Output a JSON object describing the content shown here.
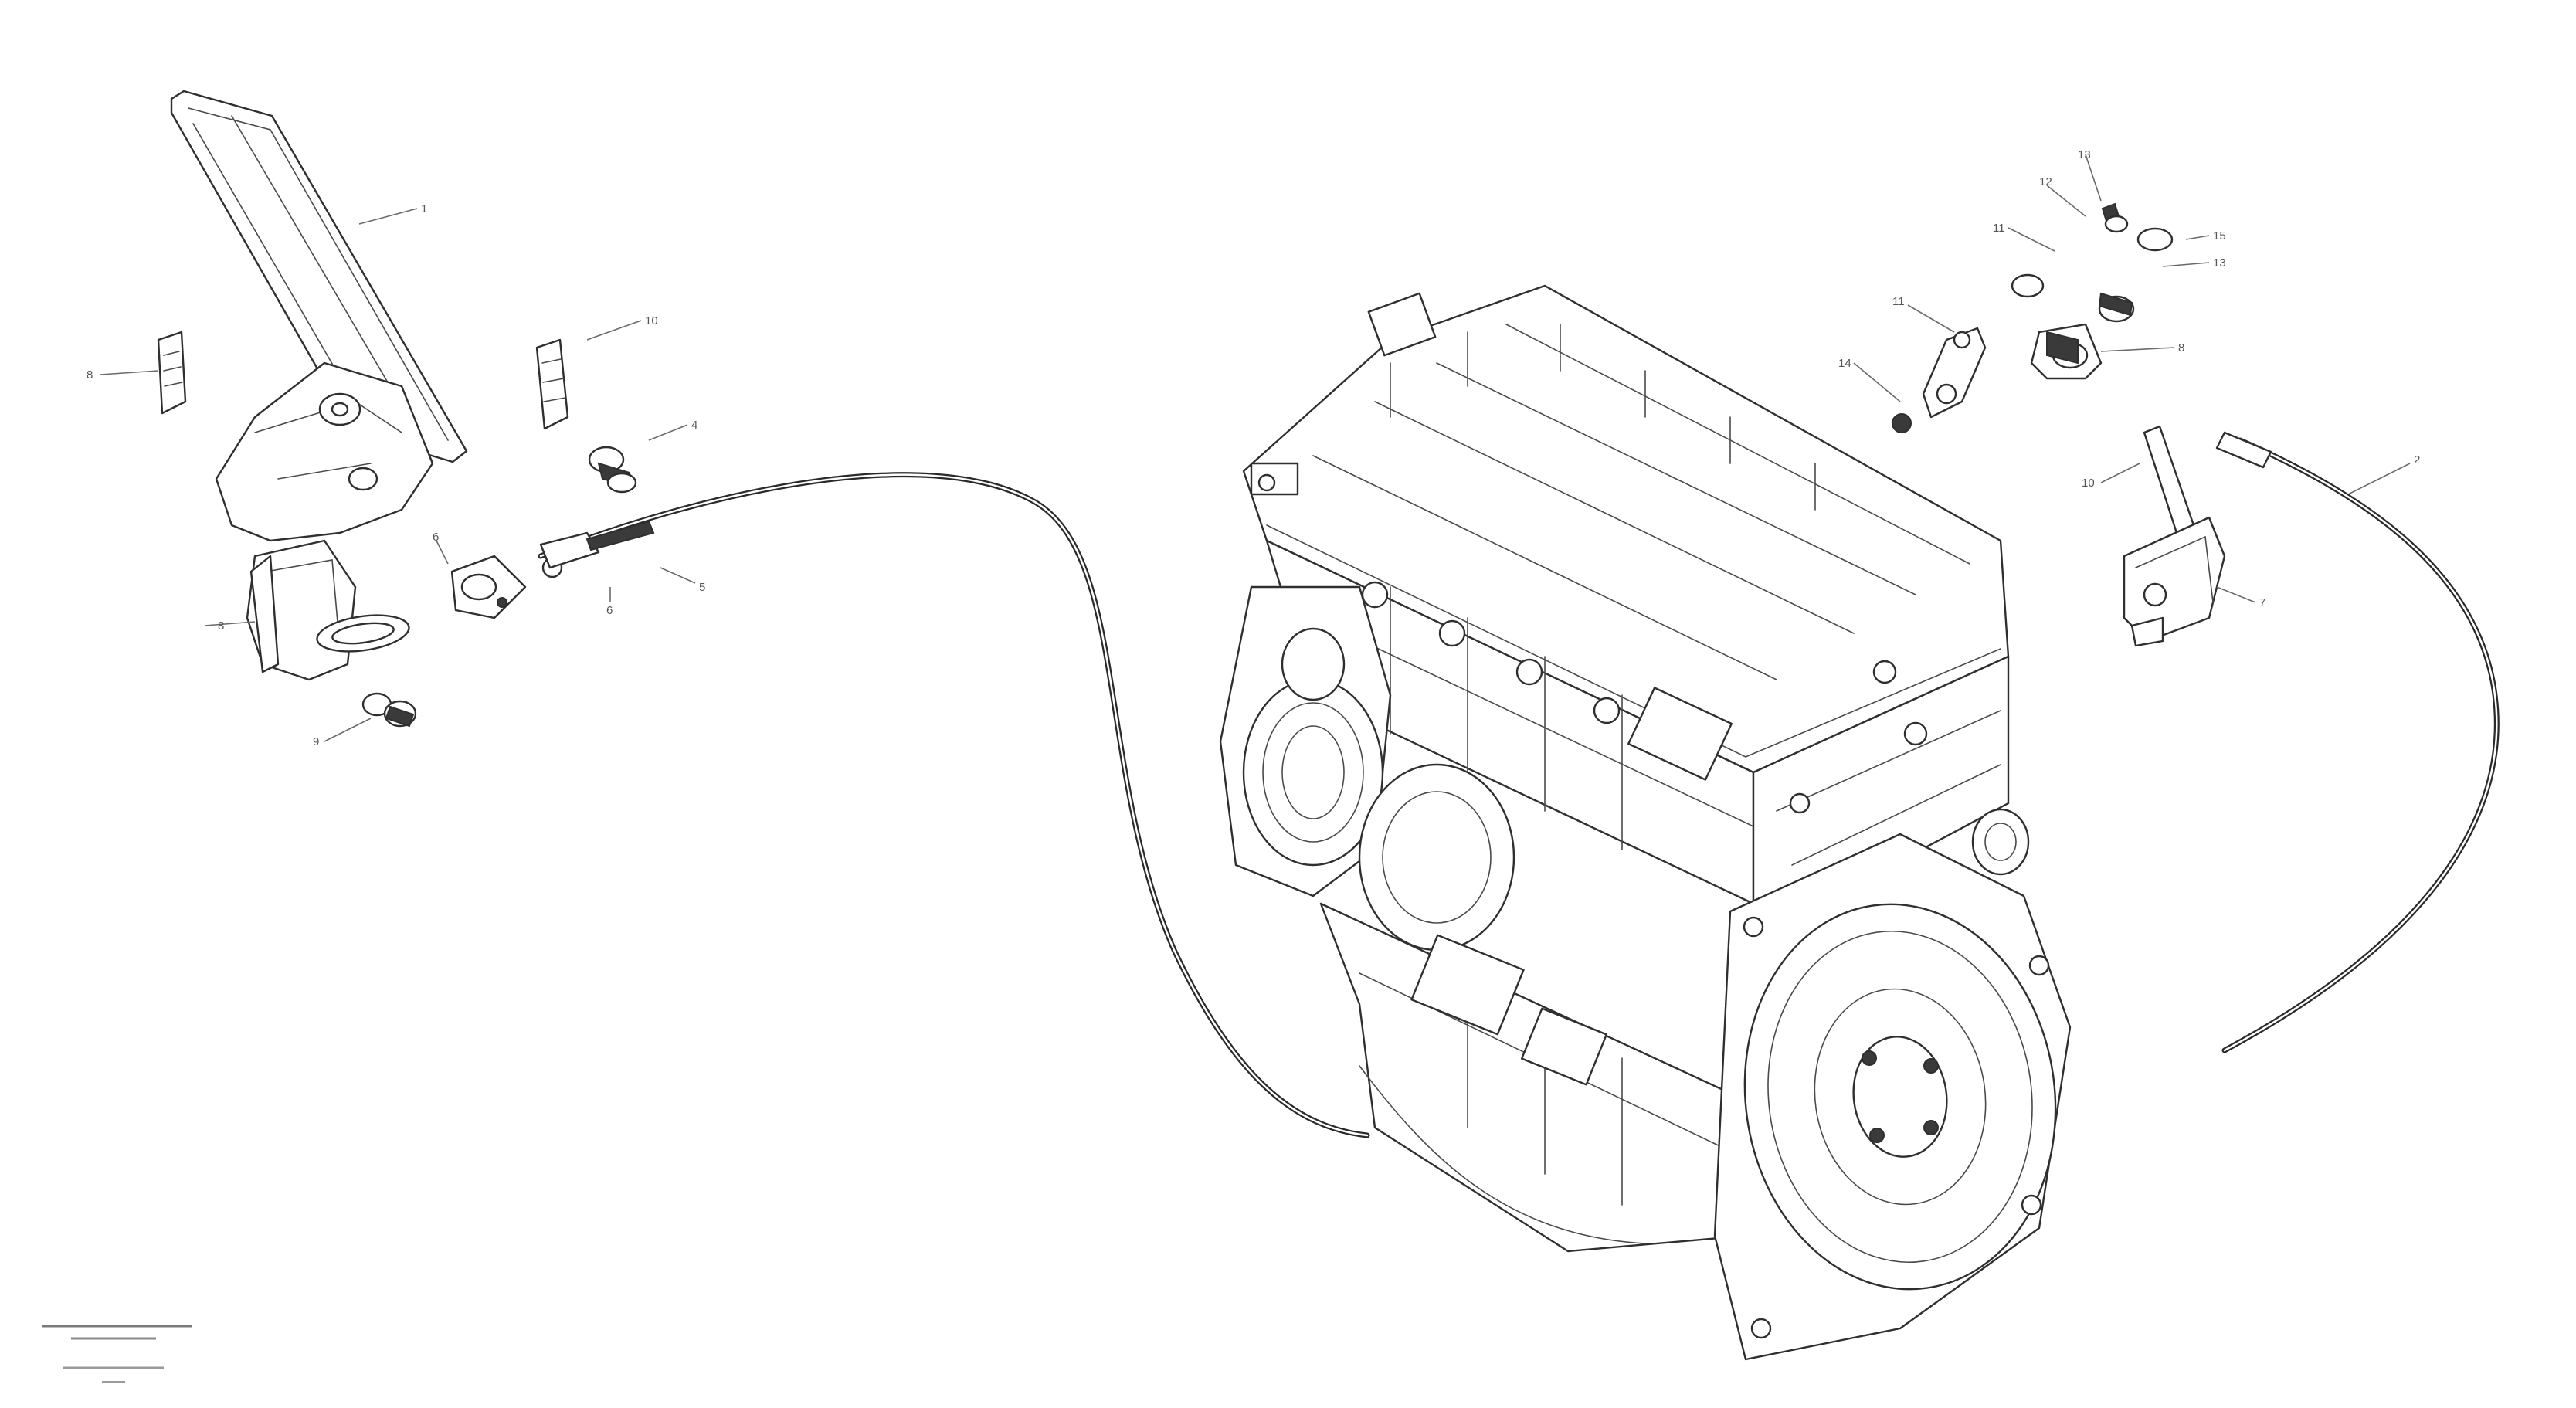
{
  "callouts": {
    "pedal_top": "1",
    "left_side": "8",
    "pedal_upper_right": "10",
    "pedal_nut": "4",
    "pedal_bracket": "6",
    "pedal_lower": "8",
    "cable_end_a": "5",
    "cable_end_b": "6",
    "pedal_bottom": "9",
    "right_top_a": "12",
    "right_top_b": "13",
    "right_top_c": "11",
    "right_top_d": "15",
    "right_mid_a": "11",
    "right_mid_b": "14",
    "right_mid_c": "8",
    "right_mid_d": "13",
    "right_lever": "10",
    "right_cable": "2",
    "right_bracket": "7"
  },
  "reference": {
    "line1": "",
    "line2": "",
    "line3": ""
  }
}
